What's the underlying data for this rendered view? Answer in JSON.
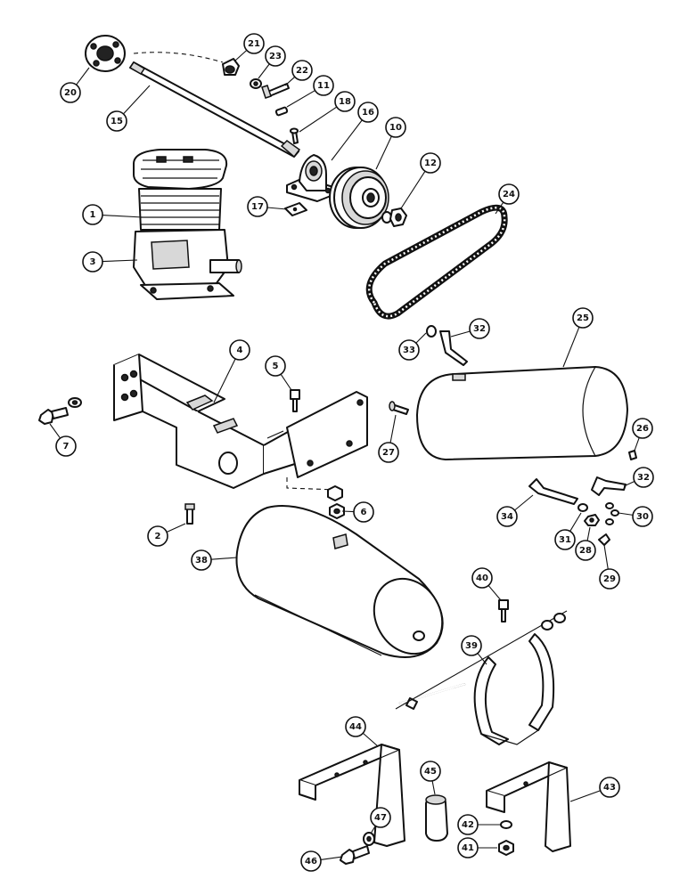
{
  "callouts": [
    {
      "id": "1",
      "label": "1"
    },
    {
      "id": "2",
      "label": "2"
    },
    {
      "id": "3",
      "label": "3"
    },
    {
      "id": "4",
      "label": "4"
    },
    {
      "id": "5",
      "label": "5"
    },
    {
      "id": "6",
      "label": "6"
    },
    {
      "id": "7",
      "label": "7"
    },
    {
      "id": "10",
      "label": "10"
    },
    {
      "id": "11",
      "label": "11"
    },
    {
      "id": "12",
      "label": "12"
    },
    {
      "id": "15",
      "label": "15"
    },
    {
      "id": "16",
      "label": "16"
    },
    {
      "id": "17",
      "label": "17"
    },
    {
      "id": "18",
      "label": "18"
    },
    {
      "id": "20",
      "label": "20"
    },
    {
      "id": "21",
      "label": "21"
    },
    {
      "id": "22",
      "label": "22"
    },
    {
      "id": "23",
      "label": "23"
    },
    {
      "id": "24",
      "label": "24"
    },
    {
      "id": "25",
      "label": "25"
    },
    {
      "id": "26",
      "label": "26"
    },
    {
      "id": "27",
      "label": "27"
    },
    {
      "id": "28",
      "label": "28"
    },
    {
      "id": "29",
      "label": "29"
    },
    {
      "id": "30",
      "label": "30"
    },
    {
      "id": "31",
      "label": "31"
    },
    {
      "id": "32a",
      "label": "32"
    },
    {
      "id": "32b",
      "label": "32"
    },
    {
      "id": "33",
      "label": "33"
    },
    {
      "id": "34",
      "label": "34"
    },
    {
      "id": "38",
      "label": "38"
    },
    {
      "id": "39",
      "label": "39"
    },
    {
      "id": "40",
      "label": "40"
    },
    {
      "id": "41",
      "label": "41"
    },
    {
      "id": "42",
      "label": "42"
    },
    {
      "id": "43",
      "label": "43"
    },
    {
      "id": "44",
      "label": "44"
    },
    {
      "id": "45",
      "label": "45"
    },
    {
      "id": "46",
      "label": "46"
    },
    {
      "id": "47",
      "label": "47"
    }
  ]
}
